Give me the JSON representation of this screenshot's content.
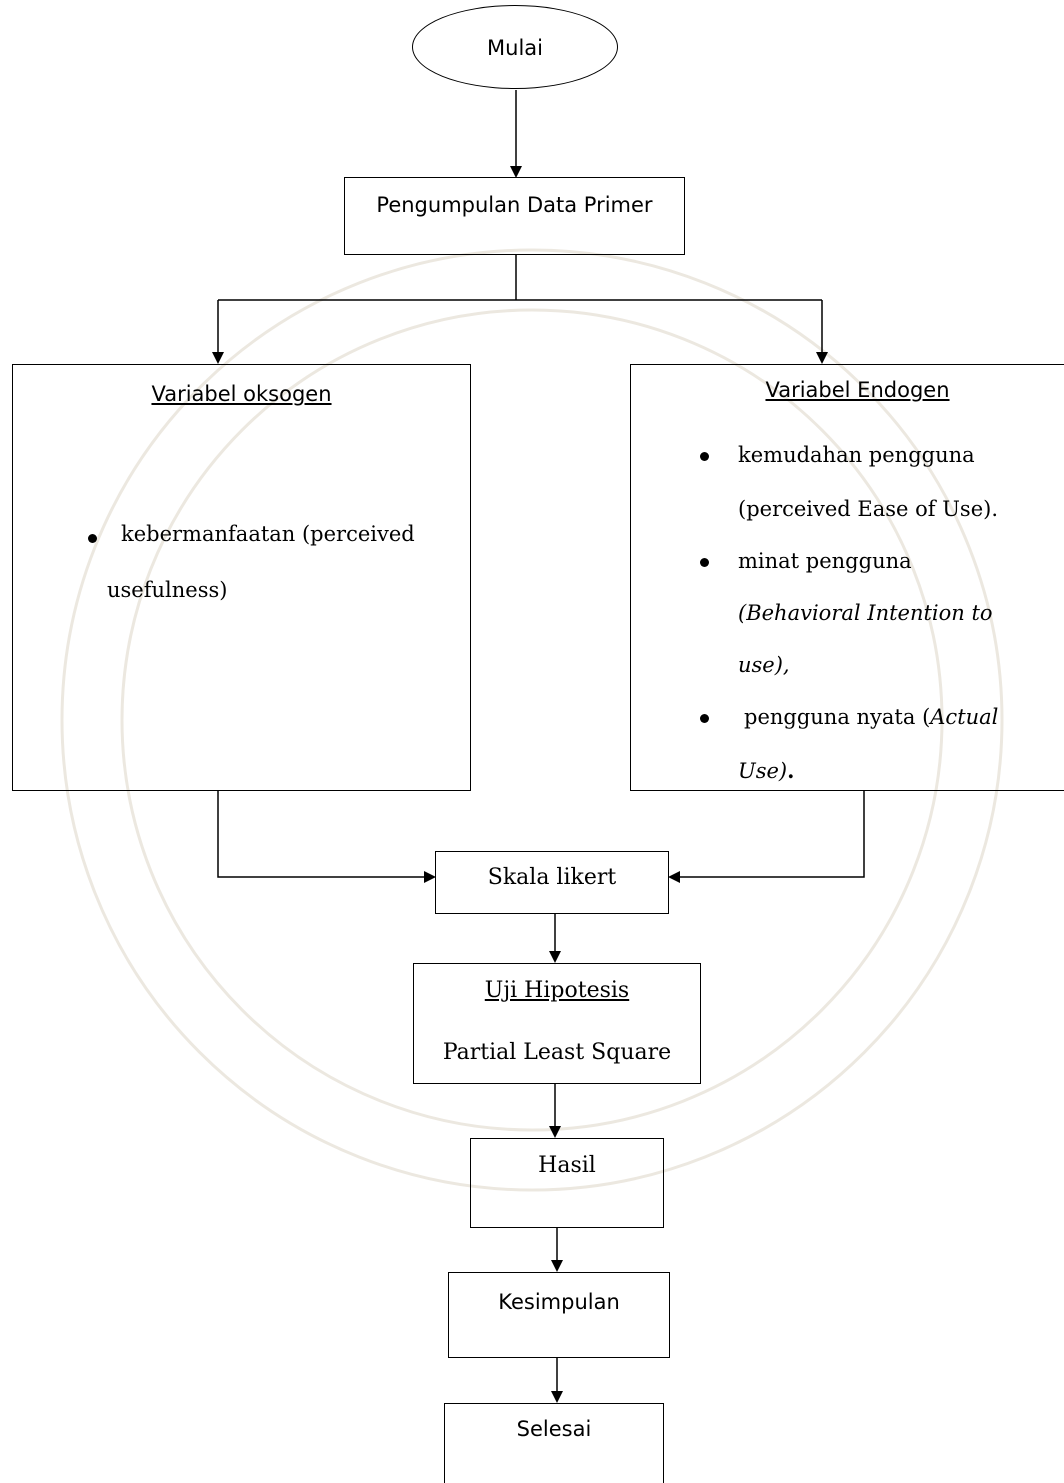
{
  "nodes": {
    "start": "Mulai",
    "collect": "Pengumpulan Data Primer",
    "exogenous": {
      "heading": "Variabel oksogen",
      "items": [
        {
          "line1": "kebermanfaatan (perceived",
          "line2": "usefulness)"
        }
      ]
    },
    "endogenous": {
      "heading": "Variabel Endogen",
      "items": [
        {
          "line1": "kemudahan pengguna",
          "line2": "(perceived Ease of Use)."
        },
        {
          "line1": "minat pengguna",
          "line2": "(Behavioral Intention to",
          "line3": "use),"
        },
        {
          "line1_plain": "pengguna nyata (",
          "line1_italic": "Actual",
          "line1_close": "",
          "line2_italic": "Use)",
          "line2_plain": "."
        }
      ]
    },
    "scale": "Skala likert",
    "test": {
      "heading": "Uji Hipotesis",
      "subtitle": "Partial Least Square"
    },
    "result": "Hasil",
    "conclusion": "Kesimpulan",
    "end": "Selesai"
  },
  "colors": {
    "stroke": "#000000",
    "background": "#ffffff",
    "watermark": "#e9e6df"
  }
}
